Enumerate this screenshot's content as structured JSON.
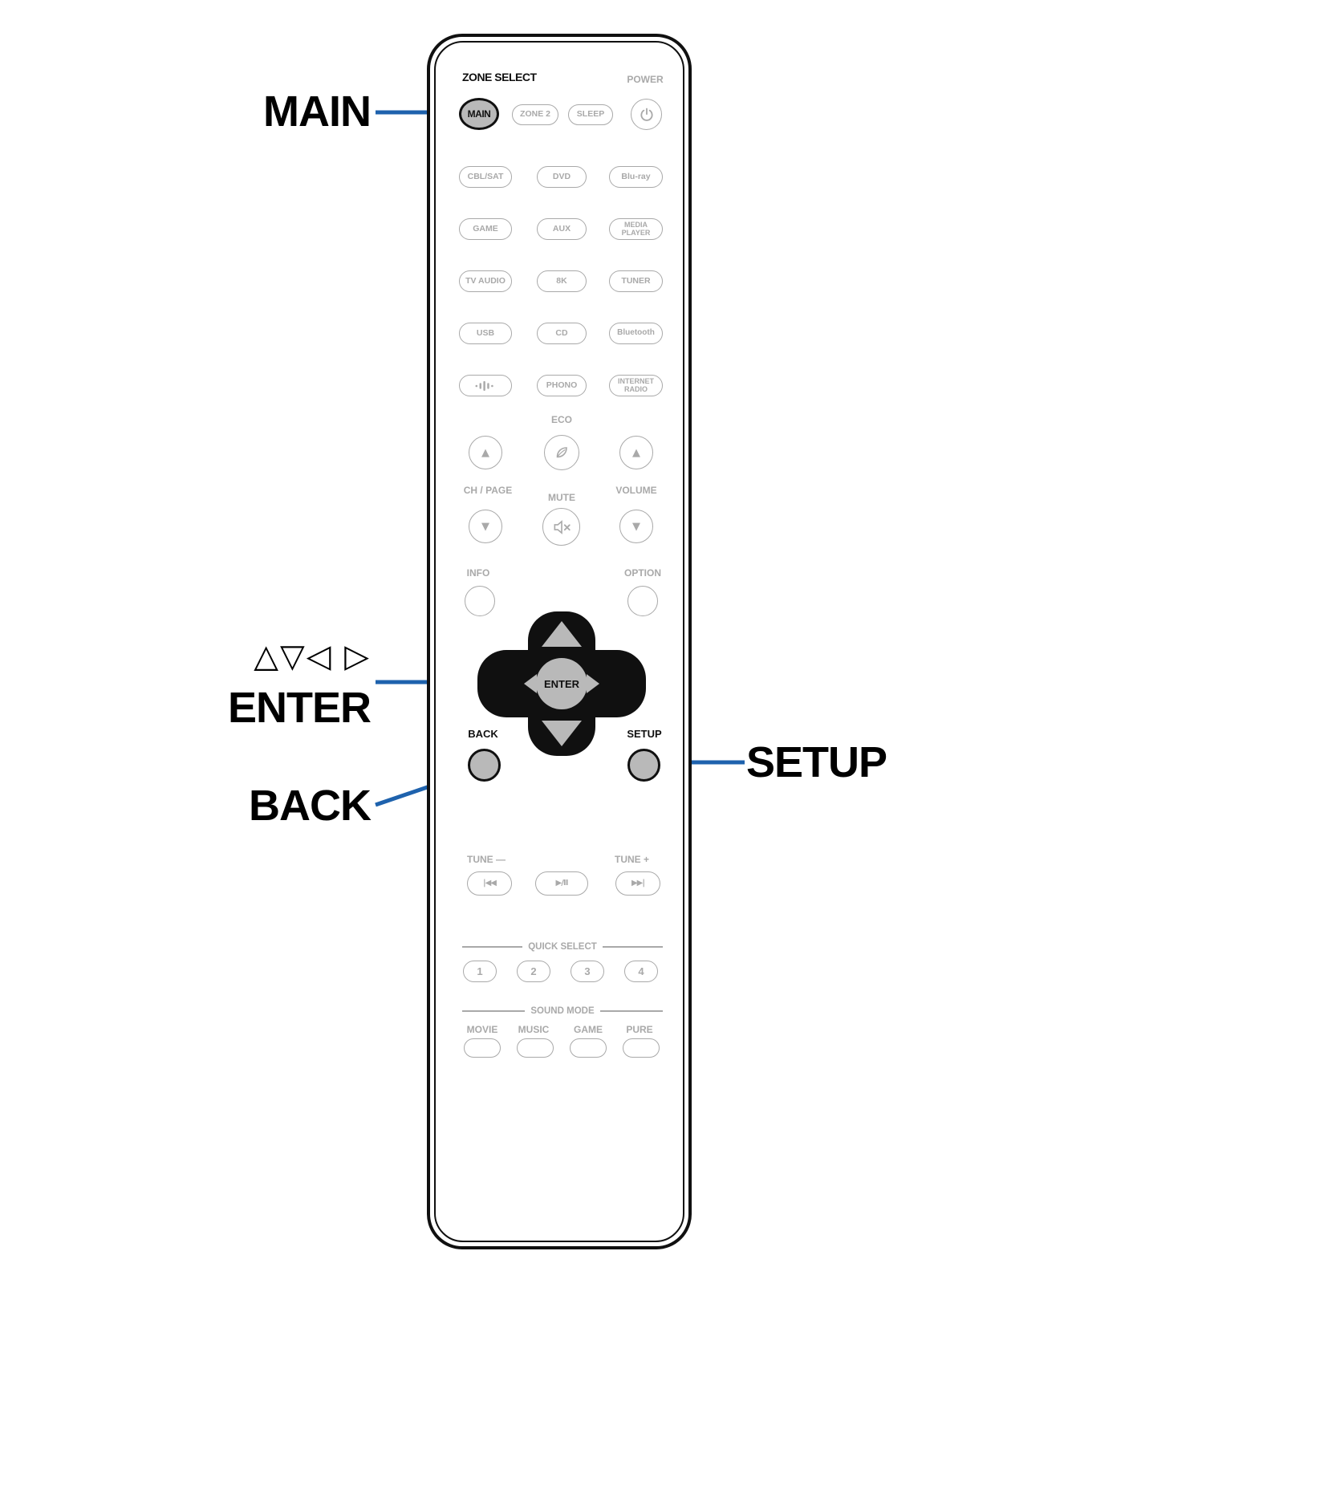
{
  "colors": {
    "accent_line": "#1E62AD",
    "inactive_gray": "#A9A9A9",
    "highlight_fill": "#B9B9B9",
    "outline_black": "#101010"
  },
  "callouts": {
    "main": "MAIN",
    "cursor_arrows": "△▽◁ ▷",
    "enter": "ENTER",
    "back": "BACK",
    "setup": "SETUP"
  },
  "remote": {
    "zone_select_label": "ZONE SELECT",
    "power_label": "POWER",
    "main_button": "MAIN",
    "zone2_button": "ZONE 2",
    "sleep_button": "SLEEP",
    "sources": [
      "CBL/SAT",
      "DVD",
      "Blu-ray",
      "GAME",
      "AUX",
      "MEDIA PLAYER",
      "TV AUDIO",
      "8K",
      "TUNER",
      "USB",
      "CD",
      "Bluetooth",
      "PHONO",
      "INTERNET RADIO"
    ],
    "eco_label": "ECO",
    "ch_page_label": "CH / PAGE",
    "mute_label": "MUTE",
    "volume_label": "VOLUME",
    "info_label": "INFO",
    "option_label": "OPTION",
    "enter_label": "ENTER",
    "back_label": "BACK",
    "setup_label": "SETUP",
    "tune_minus_label": "TUNE —",
    "tune_plus_label": "TUNE +",
    "transport": {
      "skip_back": "|◀◀",
      "play_pause": "▶/Ⅱ",
      "skip_forward": "▶▶|"
    },
    "quick_select_label": "QUICK SELECT",
    "quick_buttons": [
      "1",
      "2",
      "3",
      "4"
    ],
    "sound_mode_label": "SOUND MODE",
    "sound_mode_labels": [
      "MOVIE",
      "MUSIC",
      "GAME",
      "PURE"
    ],
    "up_glyph": "▲",
    "down_glyph": "▼"
  }
}
